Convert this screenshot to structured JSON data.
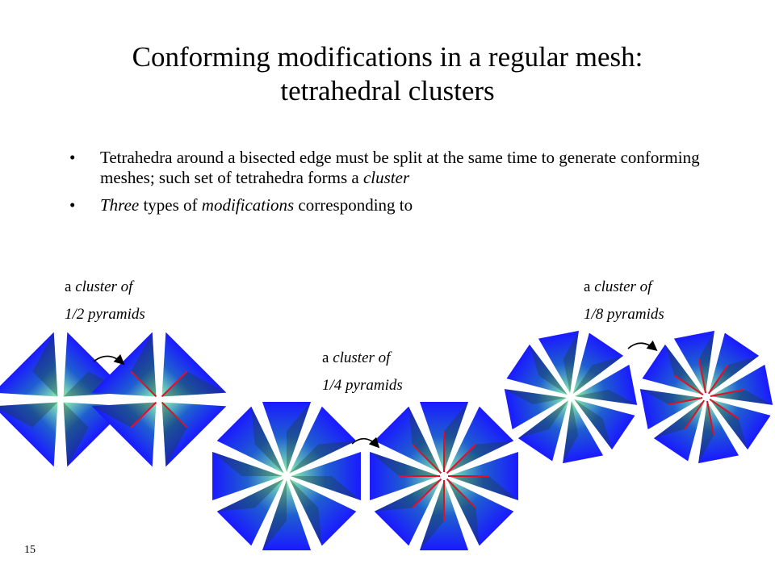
{
  "title_line1": "Conforming modifications in a regular mesh:",
  "title_line2": "tetrahedral clusters",
  "bullets": [
    {
      "marker": "•",
      "text": "Tetrahedra around a bisected edge must be split at the same time to generate conforming meshes; such set of tetrahedra forms a ",
      "emph": "cluster"
    },
    {
      "marker": "•",
      "emph1": "Three",
      "text1": " types of  ",
      "emph2": "modifications",
      "text2": " corresponding to"
    }
  ],
  "captions": {
    "half": {
      "line1_plain": "a ",
      "line1_emph": "cluster of",
      "line2": "1/2 pyramids"
    },
    "quarter": {
      "line1_plain": "a ",
      "line1_emph": "cluster of",
      "line2": "1/4 pyramids"
    },
    "eighth": {
      "line1_plain": "a ",
      "line1_emph": "cluster of",
      "line2": "1/8 pyramids"
    }
  },
  "page_number": "15",
  "colors": {
    "pyramid_outer": "#1a1aff",
    "pyramid_mid": "#1f5fd0",
    "pyramid_center": "#8af2b0",
    "split_edge": "#e0102a",
    "shadow": "#1a3a2a"
  }
}
